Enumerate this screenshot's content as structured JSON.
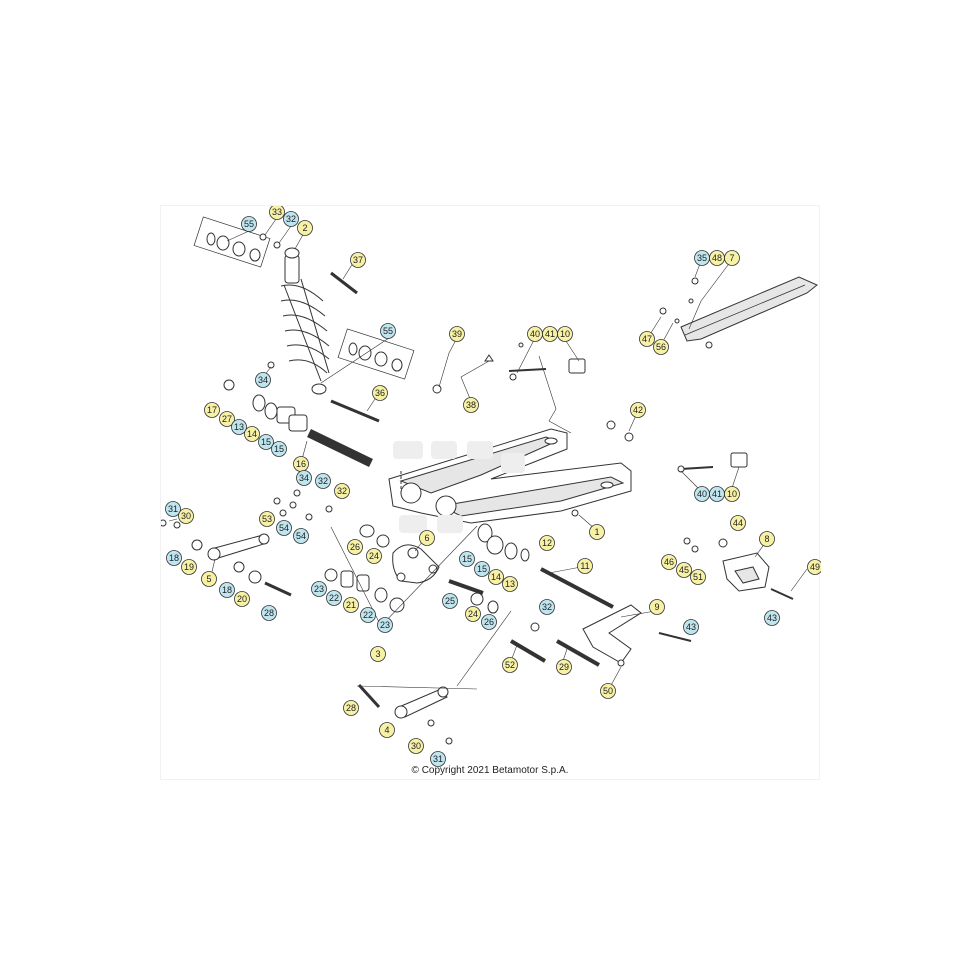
{
  "copyright": "© Copyright 2021 Betamotor S.p.A.",
  "colors": {
    "yellow": "#f7f1a6",
    "blue": "#bfe5ef",
    "line": "#333333",
    "part_fill": "#ffffff",
    "shade": "#e6e6e6"
  },
  "callouts": [
    {
      "id": "c55a",
      "label": "55",
      "color": "blue"
    },
    {
      "id": "c33",
      "label": "33",
      "color": "yellow"
    },
    {
      "id": "c32a",
      "label": "32",
      "color": "blue"
    },
    {
      "id": "c2",
      "label": "2",
      "color": "yellow"
    },
    {
      "id": "c37",
      "label": "37",
      "color": "yellow"
    },
    {
      "id": "c55b",
      "label": "55",
      "color": "blue"
    },
    {
      "id": "c34a",
      "label": "34",
      "color": "blue"
    },
    {
      "id": "c36",
      "label": "36",
      "color": "yellow"
    },
    {
      "id": "c17",
      "label": "17",
      "color": "yellow"
    },
    {
      "id": "c27",
      "label": "27",
      "color": "yellow"
    },
    {
      "id": "c13a",
      "label": "13",
      "color": "blue"
    },
    {
      "id": "c14a",
      "label": "14",
      "color": "yellow"
    },
    {
      "id": "c15a",
      "label": "15",
      "color": "blue"
    },
    {
      "id": "c15b",
      "label": "15",
      "color": "blue"
    },
    {
      "id": "c16",
      "label": "16",
      "color": "yellow"
    },
    {
      "id": "c39",
      "label": "39",
      "color": "yellow"
    },
    {
      "id": "c38",
      "label": "38",
      "color": "yellow"
    },
    {
      "id": "c40a",
      "label": "40",
      "color": "yellow"
    },
    {
      "id": "c41a",
      "label": "41",
      "color": "yellow"
    },
    {
      "id": "c10a",
      "label": "10",
      "color": "yellow"
    },
    {
      "id": "c35",
      "label": "35",
      "color": "blue"
    },
    {
      "id": "c48",
      "label": "48",
      "color": "yellow"
    },
    {
      "id": "c7",
      "label": "7",
      "color": "yellow"
    },
    {
      "id": "c47",
      "label": "47",
      "color": "yellow"
    },
    {
      "id": "c56",
      "label": "56",
      "color": "yellow"
    },
    {
      "id": "c42",
      "label": "42",
      "color": "yellow"
    },
    {
      "id": "c40b",
      "label": "40",
      "color": "blue"
    },
    {
      "id": "c41b",
      "label": "41",
      "color": "blue"
    },
    {
      "id": "c10b",
      "label": "10",
      "color": "yellow"
    },
    {
      "id": "c1",
      "label": "1",
      "color": "yellow"
    },
    {
      "id": "c34b",
      "label": "34",
      "color": "blue"
    },
    {
      "id": "c32b",
      "label": "32",
      "color": "blue"
    },
    {
      "id": "c32c",
      "label": "32",
      "color": "yellow"
    },
    {
      "id": "c53",
      "label": "53",
      "color": "yellow"
    },
    {
      "id": "c54a",
      "label": "54",
      "color": "blue"
    },
    {
      "id": "c54b",
      "label": "54",
      "color": "blue"
    },
    {
      "id": "c31a",
      "label": "31",
      "color": "blue"
    },
    {
      "id": "c30a",
      "label": "30",
      "color": "yellow"
    },
    {
      "id": "c18a",
      "label": "18",
      "color": "blue"
    },
    {
      "id": "c19",
      "label": "19",
      "color": "yellow"
    },
    {
      "id": "c5",
      "label": "5",
      "color": "yellow"
    },
    {
      "id": "c18b",
      "label": "18",
      "color": "blue"
    },
    {
      "id": "c20",
      "label": "20",
      "color": "yellow"
    },
    {
      "id": "c28a",
      "label": "28",
      "color": "blue"
    },
    {
      "id": "c26a",
      "label": "26",
      "color": "yellow"
    },
    {
      "id": "c24a",
      "label": "24",
      "color": "yellow"
    },
    {
      "id": "c6",
      "label": "6",
      "color": "yellow"
    },
    {
      "id": "c23a",
      "label": "23",
      "color": "blue"
    },
    {
      "id": "c22a",
      "label": "22",
      "color": "blue"
    },
    {
      "id": "c21",
      "label": "21",
      "color": "yellow"
    },
    {
      "id": "c22b",
      "label": "22",
      "color": "blue"
    },
    {
      "id": "c23b",
      "label": "23",
      "color": "blue"
    },
    {
      "id": "c3",
      "label": "3",
      "color": "yellow"
    },
    {
      "id": "c15c",
      "label": "15",
      "color": "blue"
    },
    {
      "id": "c15d",
      "label": "15",
      "color": "blue"
    },
    {
      "id": "c14b",
      "label": "14",
      "color": "yellow"
    },
    {
      "id": "c13b",
      "label": "13",
      "color": "yellow"
    },
    {
      "id": "c12",
      "label": "12",
      "color": "yellow"
    },
    {
      "id": "c25",
      "label": "25",
      "color": "blue"
    },
    {
      "id": "c24b",
      "label": "24",
      "color": "yellow"
    },
    {
      "id": "c26b",
      "label": "26",
      "color": "blue"
    },
    {
      "id": "c11",
      "label": "11",
      "color": "yellow"
    },
    {
      "id": "c32d",
      "label": "32",
      "color": "blue"
    },
    {
      "id": "c52",
      "label": "52",
      "color": "yellow"
    },
    {
      "id": "c29",
      "label": "29",
      "color": "yellow"
    },
    {
      "id": "c9",
      "label": "9",
      "color": "yellow"
    },
    {
      "id": "c43a",
      "label": "43",
      "color": "blue"
    },
    {
      "id": "c50",
      "label": "50",
      "color": "yellow"
    },
    {
      "id": "c44",
      "label": "44",
      "color": "yellow"
    },
    {
      "id": "c8",
      "label": "8",
      "color": "yellow"
    },
    {
      "id": "c46",
      "label": "46",
      "color": "yellow"
    },
    {
      "id": "c45",
      "label": "45",
      "color": "yellow"
    },
    {
      "id": "c51",
      "label": "51",
      "color": "yellow"
    },
    {
      "id": "c49",
      "label": "49",
      "color": "yellow"
    },
    {
      "id": "c43b",
      "label": "43",
      "color": "blue"
    },
    {
      "id": "c28b",
      "label": "28",
      "color": "yellow"
    },
    {
      "id": "c4",
      "label": "4",
      "color": "yellow"
    },
    {
      "id": "c30b",
      "label": "30",
      "color": "yellow"
    },
    {
      "id": "c31b",
      "label": "31",
      "color": "blue"
    }
  ]
}
